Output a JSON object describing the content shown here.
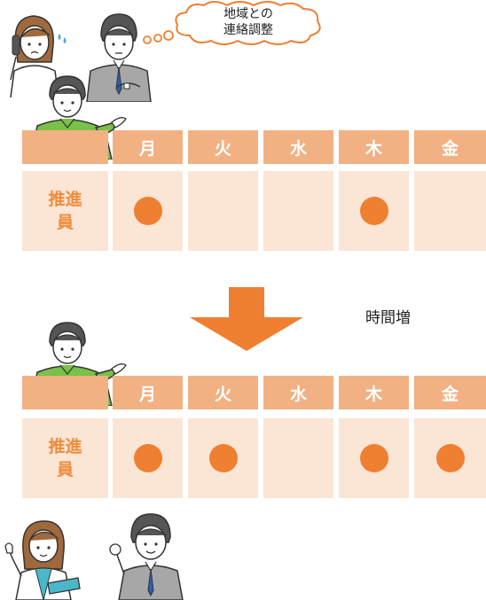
{
  "bubble": {
    "line1": "地域との",
    "line2": "連絡調整"
  },
  "arrow_label": "時間増",
  "table_before": {
    "days": [
      "月",
      "火",
      "水",
      "木",
      "金"
    ],
    "row_label": [
      "推進",
      "員"
    ],
    "marks": [
      true,
      false,
      false,
      true,
      false
    ]
  },
  "table_after": {
    "days": [
      "月",
      "火",
      "水",
      "木",
      "金"
    ],
    "row_label": [
      "推進",
      "員"
    ],
    "marks": [
      true,
      true,
      false,
      true,
      true
    ]
  },
  "colors": {
    "header": "#f2b183",
    "cell": "#fbe5d5",
    "accent": "#ef7f31",
    "label": "#f08c3c"
  }
}
